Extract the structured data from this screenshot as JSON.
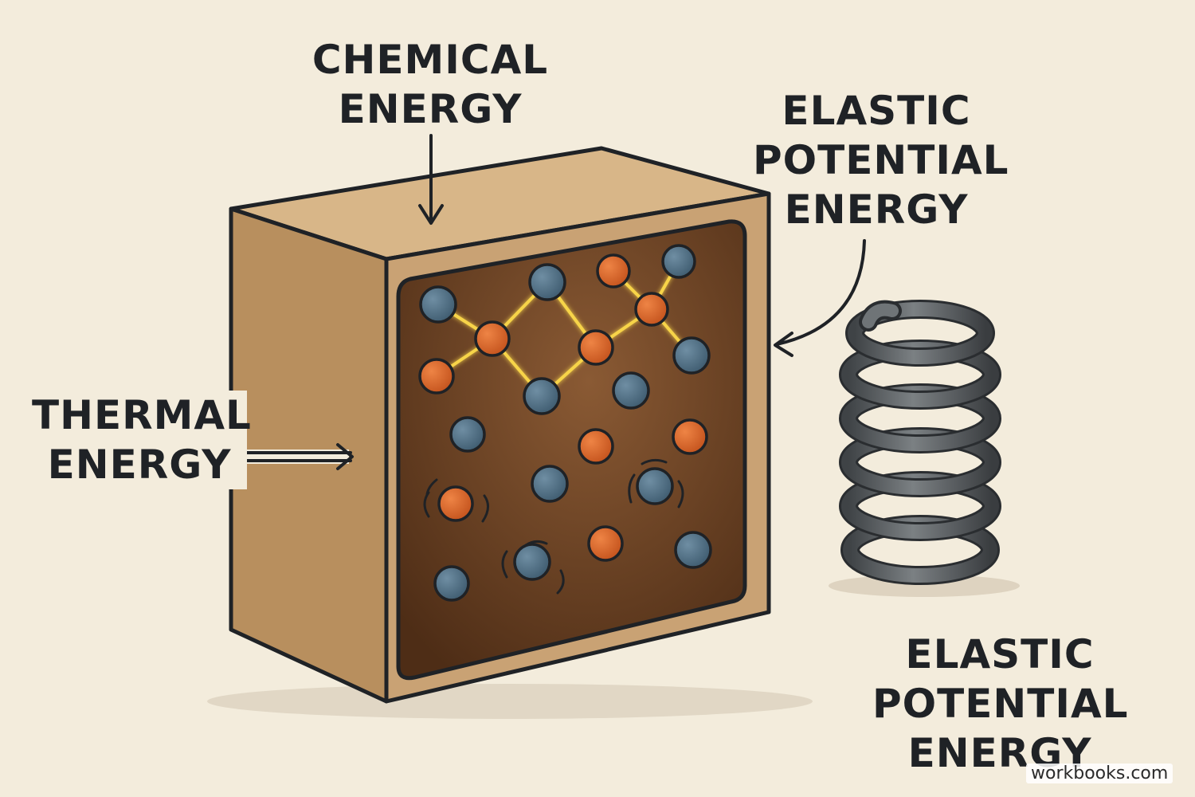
{
  "labels": {
    "chemical": [
      "CHEMICAL",
      "ENERGY"
    ],
    "elastic_top": [
      "ELASTIC",
      "POTENTIAL",
      "ENERGY"
    ],
    "thermal": [
      "THERMAL",
      "ENERGY"
    ],
    "elastic_bottom": [
      "ELASTIC",
      "POTENTIAL",
      "ENERGY"
    ]
  },
  "watermark": "workbooks.com",
  "colors": {
    "background": "#f3ecdc",
    "box_face": "#c9a274",
    "box_top": "#d8b688",
    "box_side": "#b38c5c",
    "interior_dark": "#4e2d16",
    "interior_light": "#8a5a34",
    "atom_blue": "#4c6b7f",
    "atom_orange": "#d9662b",
    "bond_glow": "#f7d44a",
    "spring": "#55595c",
    "outline": "#1f2226"
  }
}
